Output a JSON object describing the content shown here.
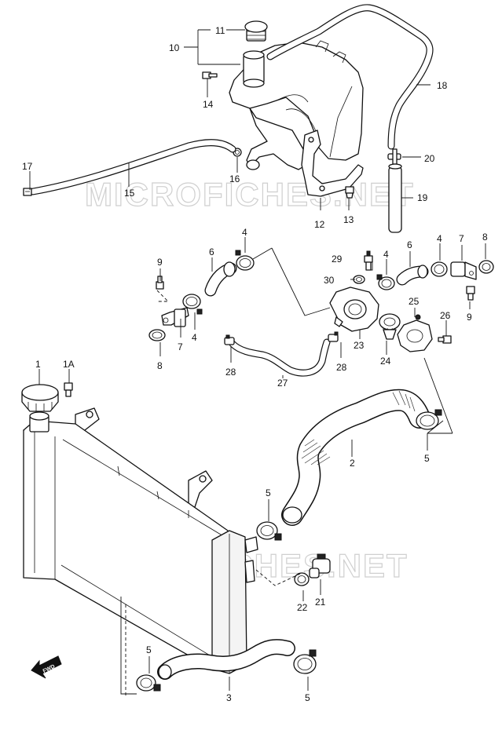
{
  "watermark": {
    "text": "MICROFICHES.NET"
  },
  "fwd_label": "FWD",
  "callouts": {
    "c1": "1",
    "c1a": "1A",
    "c2": "2",
    "c3": "3",
    "c4a": "4",
    "c4b": "4",
    "c4c": "4",
    "c4d": "4",
    "c5a": "5",
    "c5b": "5",
    "c5c": "5",
    "c5d": "5",
    "c6a": "6",
    "c6b": "6",
    "c7a": "7",
    "c7b": "7",
    "c8a": "8",
    "c8b": "8",
    "c9a": "9",
    "c9b": "9",
    "c10": "10",
    "c11": "11",
    "c12": "12",
    "c13": "13",
    "c14": "14",
    "c15": "15",
    "c16": "16",
    "c17": "17",
    "c18": "18",
    "c19": "19",
    "c20": "20",
    "c21": "21",
    "c22": "22",
    "c23": "23",
    "c24": "24",
    "c25": "25",
    "c26": "26",
    "c27": "27",
    "c28a": "28",
    "c28b": "28",
    "c29": "29",
    "c30": "30"
  }
}
